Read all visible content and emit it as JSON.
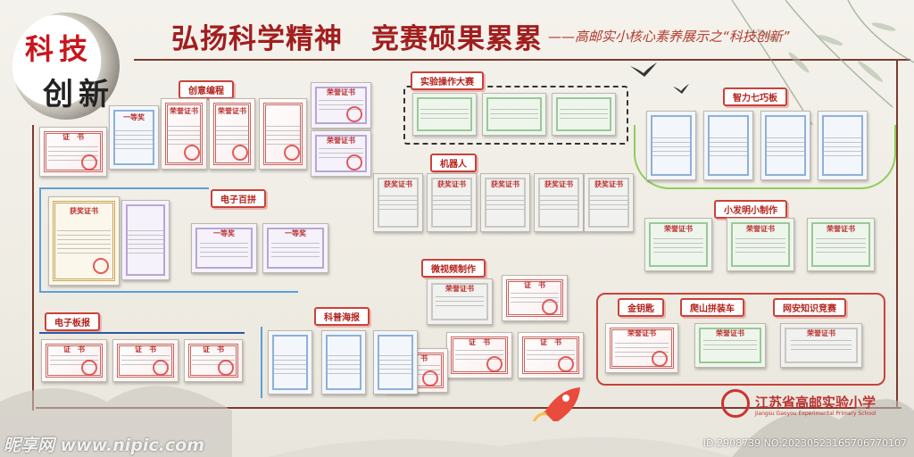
{
  "header": {
    "logo_char_1": "科",
    "logo_char_2": "技",
    "logo_char_3": "创",
    "logo_char_4": "新",
    "title": "弘扬科学精神　竞赛硕果累累",
    "subtitle": "——高邮实小核心素养展示之“科技创新”"
  },
  "sections": {
    "creative_programming": "创意编程",
    "experiment": "实验操作大赛",
    "seven_piece": "智力七巧板",
    "robot": "机器人",
    "electronic_puzzle": "电子百拼",
    "invention": "小发明小制作",
    "micro_video": "微视频制作",
    "golden_key": "金钥匙",
    "climbing_car": "爬山拼装车",
    "safety_quiz": "网安知识竞赛",
    "e_poster": "电子板报",
    "science_poster": "科普海报"
  },
  "cert_titles": {
    "honor": "荣誉证书",
    "cert": "证　书",
    "award": "获奖证书",
    "first": "一等奖"
  },
  "school": {
    "name": "江苏省高邮实验小学",
    "english": "Jiangsu Gaoyou Experimental Primary School"
  },
  "watermark": {
    "site": "昵享网 www.nipic.com",
    "id": "ID:2908739 NO:20230523165706770107"
  }
}
